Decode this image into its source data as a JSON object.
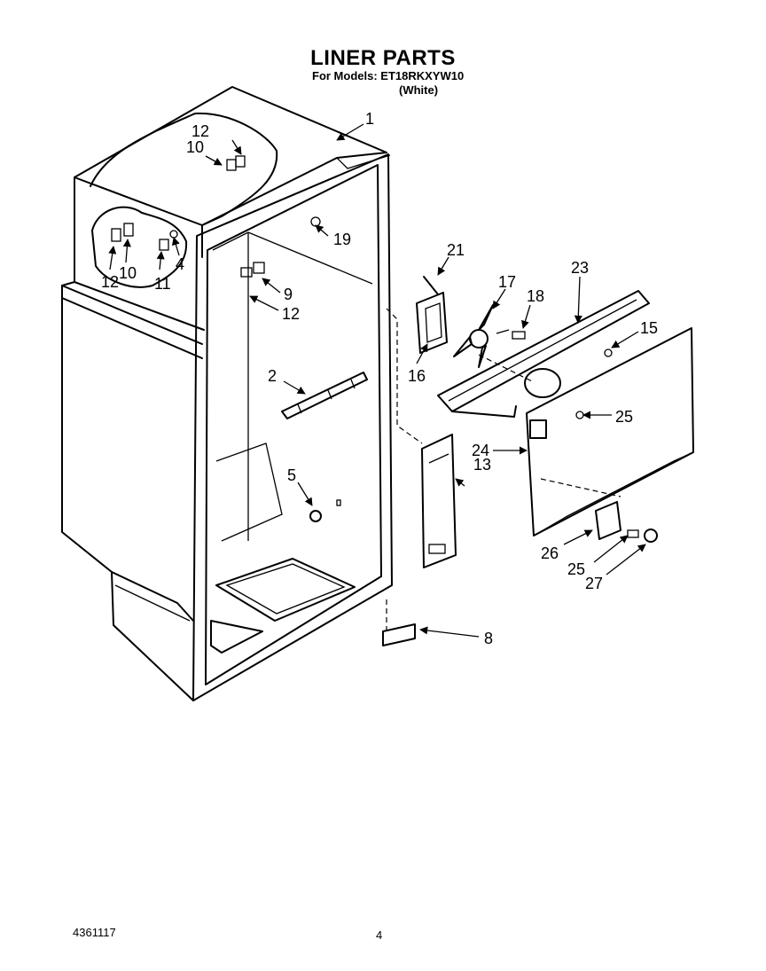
{
  "header": {
    "title": "LINER PARTS",
    "models_line": "For Models: ET18RKXYW10",
    "variant": "(White)"
  },
  "footer": {
    "document_number": "4361117",
    "page_number": "4"
  },
  "callouts": {
    "c1": "1",
    "c2": "2",
    "c4": "4",
    "c5": "5",
    "c8": "8",
    "c9": "9",
    "c10a": "10",
    "c10b": "10",
    "c11": "11",
    "c12a": "12",
    "c12b": "12",
    "c12c": "12",
    "c13": "13",
    "c15": "15",
    "c16": "16",
    "c17": "17",
    "c18": "18",
    "c19": "19",
    "c21": "21",
    "c23": "23",
    "c24": "24",
    "c25a": "25",
    "c25b": "25",
    "c26": "26",
    "c27": "27"
  }
}
